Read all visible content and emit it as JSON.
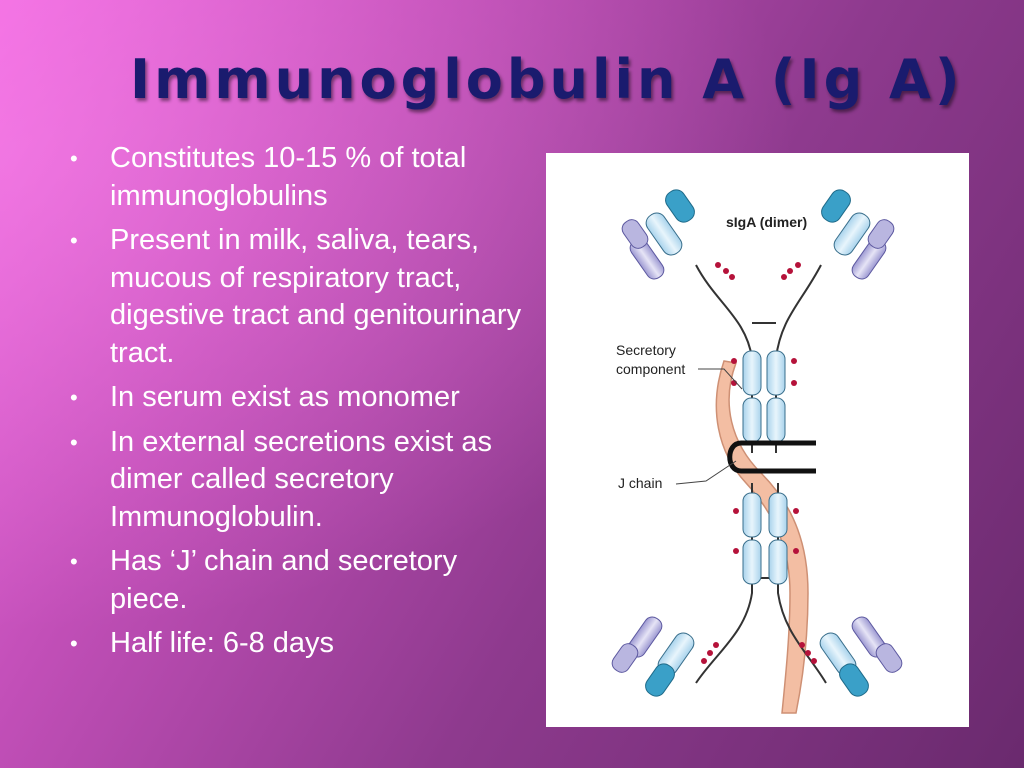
{
  "slide": {
    "title": "Immunoglobulin A   (Ig A)",
    "bullets": [
      "Constitutes 10-15 % of total immunoglobulins",
      "Present in milk, saliva, tears, mucous of respiratory tract, digestive tract and genitourinary tract.",
      "In serum exist as monomer",
      "In external secretions exist as dimer called secretory Immunoglobulin.",
      "Has ‘J’ chain and secretory piece.",
      "Half life: 6-8 days"
    ]
  },
  "figure": {
    "title": "sIgA (dimer)",
    "secretory_line1": "Secretory",
    "secretory_line2": "component",
    "j_chain": "J chain"
  },
  "colors": {
    "heavy_chain": "#cfe6f4",
    "heavy_chain_tip": "#3aa0c8",
    "light_chain": "#b9b6e0",
    "secretory_component": "#f2b79a",
    "disulfide_dots": "#b5123a",
    "title_text": "#1a1b6e"
  }
}
